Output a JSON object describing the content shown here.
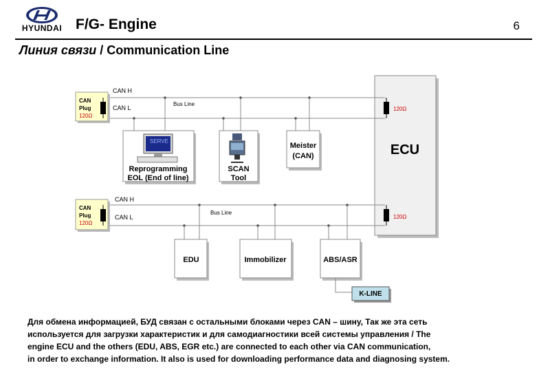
{
  "header": {
    "brand": "HYUNDAI",
    "title": "F/G- Engine",
    "page_number": "6",
    "subtitle_ru": "Линия связи",
    "subtitle_sep": " / ",
    "subtitle_en": "Communication Line"
  },
  "diagram": {
    "ecu_label": "ECU",
    "top_bus": {
      "can_h": "CAN H",
      "can_l": "CAN L",
      "bus_line": "Bus Line",
      "plug_line1": "CAN",
      "plug_line2": "Plug",
      "plug_line3": "120Ω",
      "ecu_resistor": "120Ω",
      "devices": [
        {
          "label_line1": "Reprogramming",
          "label_line2": "EOL (End of line)",
          "screen_text": "SERVE",
          "icon": "computer-monitor-icon"
        },
        {
          "label_line1": "SCAN",
          "label_line2": "Tool",
          "icon": "scan-tool-icon"
        },
        {
          "label_line1": "Meister",
          "label_line2": "(CAN)"
        }
      ]
    },
    "bottom_bus": {
      "can_h": "CAN H",
      "can_l": "CAN L",
      "bus_line": "Bus Line",
      "plug_line1": "CAN",
      "plug_line2": "Plug",
      "plug_line3": "120Ω",
      "ecu_resistor": "120Ω",
      "devices": [
        {
          "label": "EDU"
        },
        {
          "label": "Immobilizer"
        },
        {
          "label": "ABS/ASR"
        }
      ],
      "kline_label": "K-LINE"
    },
    "colors": {
      "plug_fill": "#ffffcc",
      "kline_fill": "#bfe0ea",
      "ecu_fill": "#f0f0f0",
      "resistor_text": "#cc0000",
      "wire": "#888888"
    }
  },
  "description": {
    "line1": "Для обмена информацией, БУД  связан с остальными блоками через CAN – шину, Так же эта сеть",
    "line2": "используется для загрузки  характеристик и для самодиагностики всей системы управления / The",
    "line3": "engine ECU and the others (EDU, ABS, EGR etc.) are connected to each other via CAN communication,",
    "line4": "in order to exchange information. It also is used for downloading performance data and diagnosing system."
  }
}
